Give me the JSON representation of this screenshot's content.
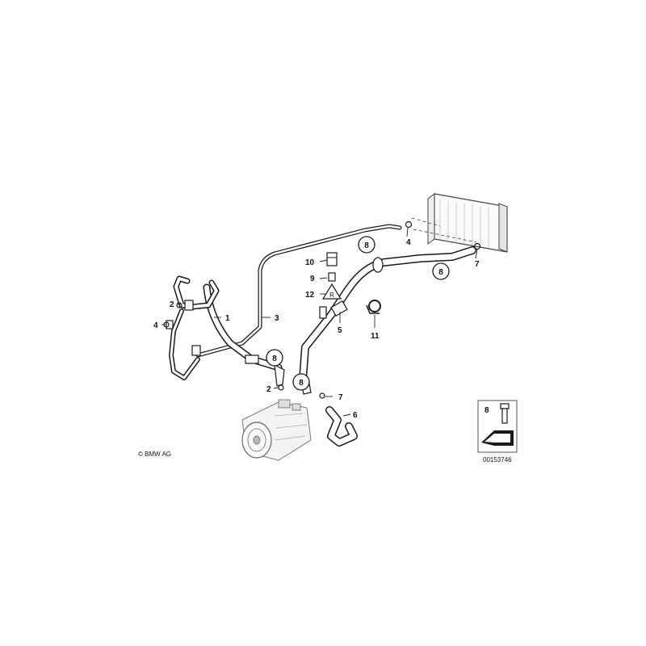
{
  "copyright": "© BMW AG",
  "diagram_number": "00153746",
  "callouts": {
    "c1": "1",
    "c2a": "2",
    "c2b": "2",
    "c3": "3",
    "c4a": "4",
    "c4b": "4",
    "c5": "5",
    "c6": "6",
    "c7a": "7",
    "c7b": "7",
    "c8a": "8",
    "c8b": "8",
    "c8c": "8",
    "c8d": "8",
    "c9": "9",
    "c10": "10",
    "c11": "11",
    "c12": "12"
  },
  "inset": {
    "label": "8"
  }
}
